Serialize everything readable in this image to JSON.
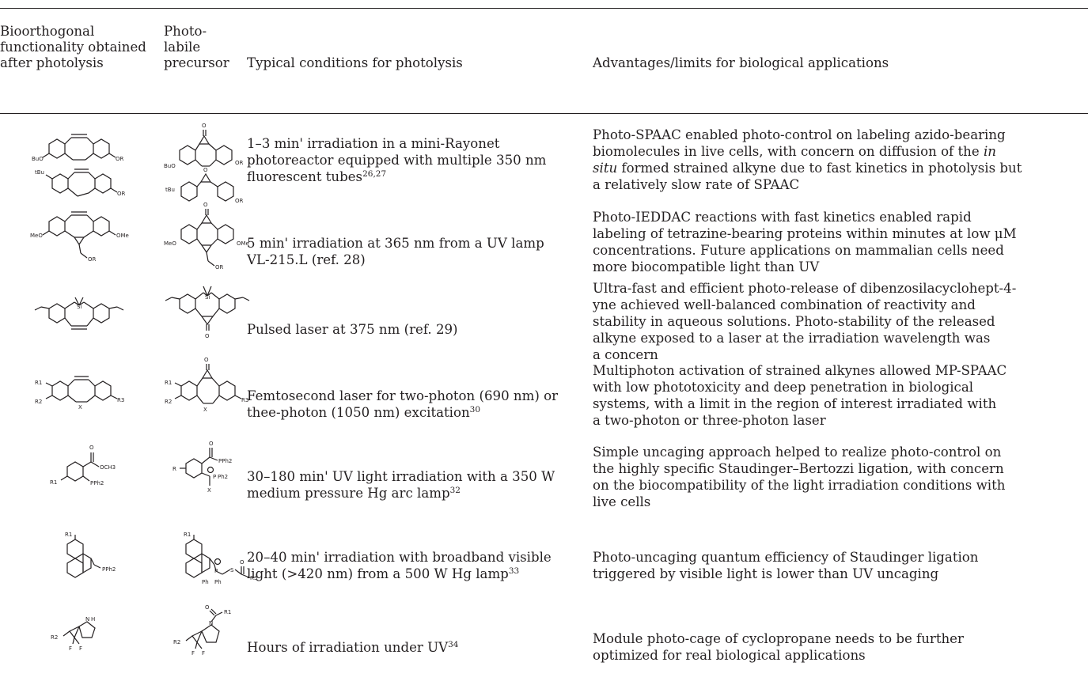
{
  "table": {
    "headers": {
      "col1": [
        "Bioorthogonal",
        "functionality obtained",
        "after photolysis"
      ],
      "col2": [
        "Photo-",
        "labile",
        "precursor"
      ],
      "col3": "Typical conditions for photolysis",
      "col4": "Advantages/limits for biological applications"
    },
    "rows": [
      {
        "product_labels": [
          "BuO",
          "OR",
          "tBu",
          "OR"
        ],
        "precursor_labels": [
          "O",
          "BuO",
          "OR",
          "O",
          "tBu",
          "OR"
        ],
        "conditions": [
          "1–3 min' irradiation in a mini-Rayonet",
          "photoreactor equipped with multiple 350 nm",
          "fluorescent tubes"
        ],
        "conditions_sup": "26,27",
        "advantages": [
          "Photo-SPAAC enabled photo-control on labeling azido-bearing",
          "biomolecules in live cells, with concern on diffusion of the ",
          "formed strained alkyne due to fast kinetics in photolysis but",
          "a relatively slow rate of SPAAC"
        ],
        "advantages_em": "in",
        "advantages_em2": "situ"
      },
      {
        "product_labels": [
          "MeO",
          "OMe",
          "OR"
        ],
        "precursor_labels": [
          "O",
          "MeO",
          "OMe",
          "OR"
        ],
        "conditions": [
          "5 min' irradiation at 365 nm from a UV lamp",
          "VL-215.L (ref. 28)"
        ],
        "advantages": [
          "Photo-IEDDAC reactions with fast kinetics enabled rapid",
          "labeling of tetrazine-bearing proteins within minutes at low μM",
          "concentrations. Future applications on mammalian cells need",
          "more biocompatible light than UV"
        ]
      },
      {
        "product_labels": [
          "Si"
        ],
        "precursor_labels": [
          "Si",
          "O"
        ],
        "conditions": [
          "Pulsed laser at 375 nm (ref. 29)"
        ],
        "advantages": [
          "Ultra-fast and efficient photo-release of dibenzosilacyclohept-4-",
          "yne achieved well-balanced combination of reactivity and",
          "stability in aqueous solutions. Photo-stability of the released",
          "alkyne exposed to a laser at the irradiation wavelength was",
          "a concern"
        ]
      },
      {
        "product_labels": [
          "R1",
          "R2",
          "X",
          "R3"
        ],
        "precursor_labels": [
          "O",
          "R1",
          "R2",
          "X",
          "R3"
        ],
        "conditions": [
          "Femtosecond laser for two-photon (690 nm) or",
          "thee-photon (1050 nm) excitation"
        ],
        "conditions_sup": "30",
        "advantages": [
          "Multiphoton activation of strained alkynes allowed MP-SPAAC",
          "with low phototoxicity and deep penetration in biological",
          "systems, with a limit in the region of interest irradiated with",
          "a two-photon or three-photon laser"
        ]
      },
      {
        "product_labels": [
          "O",
          "OCH3",
          "R1",
          "PPh2"
        ],
        "precursor_labels": [
          "O",
          "R",
          "PPh2",
          "P",
          "Ph2",
          "X"
        ],
        "conditions": [
          "30–180 min' UV light irradiation with a 350 W",
          "medium pressure Hg arc lamp"
        ],
        "conditions_sup": "32",
        "advantages": [
          "Simple uncaging approach helped to realize photo-control on",
          "the highly specific Staudinger–Bertozzi ligation, with concern",
          "on the biocompatibility of the light irradiation conditions with",
          "live cells"
        ]
      },
      {
        "product_labels": [
          "R1",
          "PPh2"
        ],
        "precursor_labels": [
          "R1",
          "P",
          "Ph",
          "Ph",
          "S",
          "O",
          "R3"
        ],
        "conditions": [
          "20–40 min' irradiation with broadband visible",
          "light (>420 nm) from a 500 W Hg lamp"
        ],
        "conditions_sup": "33",
        "advantages": [
          "Photo-uncaging quantum efficiency of Staudinger ligation",
          "triggered by visible light is lower than UV uncaging"
        ]
      },
      {
        "product_labels": [
          "R2",
          "N",
          "H",
          "F",
          "F"
        ],
        "precursor_labels": [
          "O",
          "R1",
          "R2",
          "N",
          "F",
          "F"
        ],
        "conditions": [
          "Hours of irradiation under UV"
        ],
        "conditions_sup": "34",
        "advantages": [
          "Module photo-cage of cyclopropane needs to be further",
          "optimized for real biological applications"
        ]
      }
    ]
  }
}
